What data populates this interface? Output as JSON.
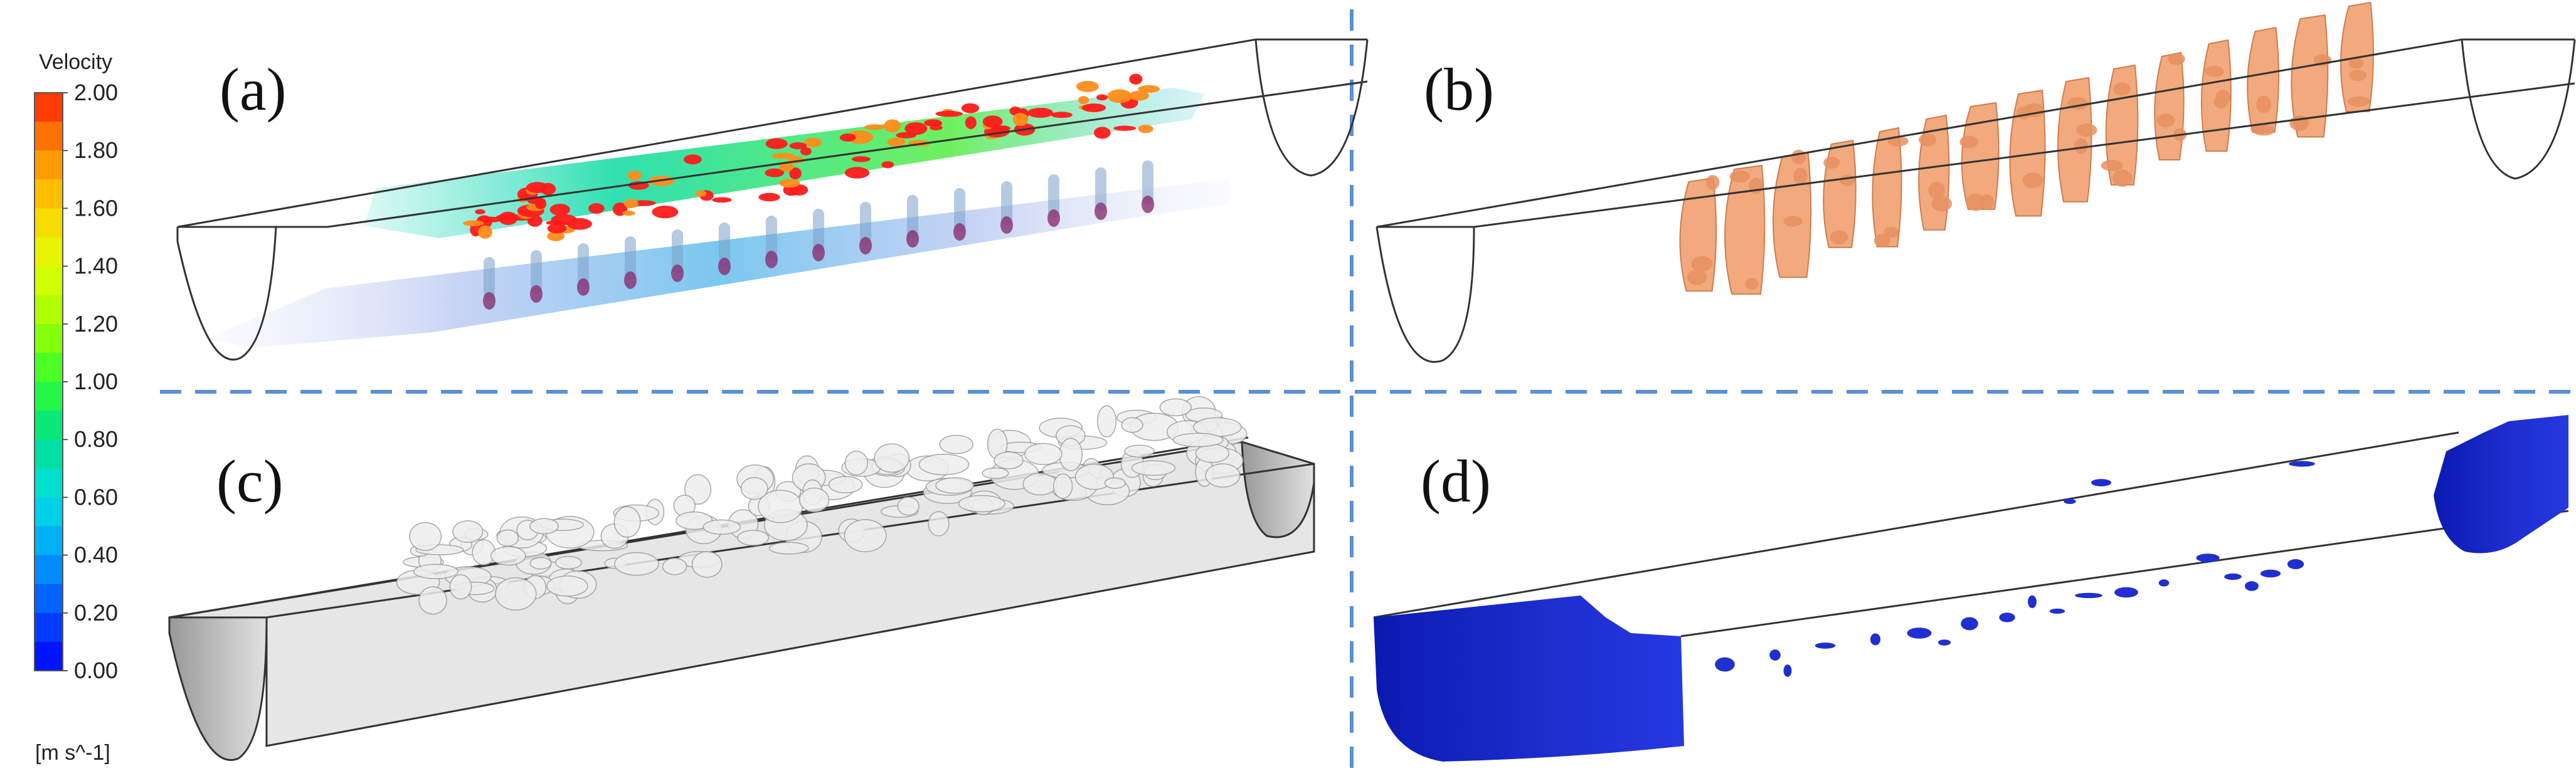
{
  "colors": {
    "divider": "#5b8fd6",
    "iso_surface": "#f0a070",
    "iso_stroke": "#c8703c",
    "grey_surface": "#d9d9d9",
    "blue_phase": "#1f2fd0",
    "legend_scale": [
      "#0000ff",
      "#0050ff",
      "#00a0ff",
      "#00e0e0",
      "#00e090",
      "#30ff30",
      "#a0ff00",
      "#e0ff00",
      "#ffd000",
      "#ff8c00",
      "#ff2000"
    ]
  },
  "legend": {
    "title": "Velocity",
    "unit": "[m s^-1]",
    "ticks": [
      "2.00",
      "1.80",
      "1.60",
      "1.40",
      "1.20",
      "1.00",
      "0.80",
      "0.60",
      "0.40",
      "0.20",
      "0.00"
    ],
    "min": 0,
    "max": 2,
    "levels": 20
  },
  "panels": [
    {
      "id": "a",
      "label": "(a)"
    },
    {
      "id": "b",
      "label": "(b)"
    },
    {
      "id": "c",
      "label": "(c)"
    },
    {
      "id": "d",
      "label": "(d)"
    }
  ]
}
